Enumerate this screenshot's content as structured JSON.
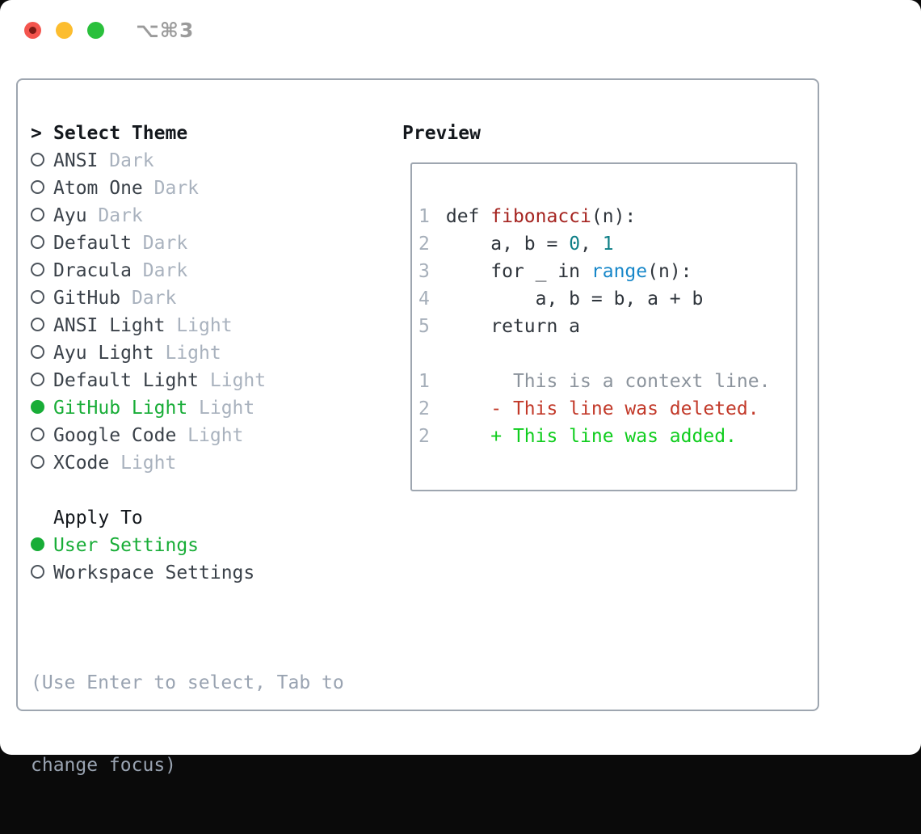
{
  "window": {
    "title": "⌥⌘3",
    "traffic_lights": [
      "close",
      "minimize",
      "zoom"
    ]
  },
  "theme_panel": {
    "header": {
      "cursor": ">",
      "label": "Select Theme"
    },
    "themes": [
      {
        "name": "ANSI",
        "variant": "Dark",
        "selected": false
      },
      {
        "name": "Atom One",
        "variant": "Dark",
        "selected": false
      },
      {
        "name": "Ayu",
        "variant": "Dark",
        "selected": false
      },
      {
        "name": "Default",
        "variant": "Dark",
        "selected": false
      },
      {
        "name": "Dracula",
        "variant": "Dark",
        "selected": false
      },
      {
        "name": "GitHub",
        "variant": "Dark",
        "selected": false
      },
      {
        "name": "ANSI Light",
        "variant": "Light",
        "selected": false
      },
      {
        "name": "Ayu Light",
        "variant": "Light",
        "selected": false
      },
      {
        "name": "Default Light",
        "variant": "Light",
        "selected": false
      },
      {
        "name": "GitHub Light",
        "variant": "Light",
        "selected": true
      },
      {
        "name": "Google Code",
        "variant": "Light",
        "selected": false
      },
      {
        "name": "XCode",
        "variant": "Light",
        "selected": false
      }
    ],
    "apply_to": {
      "label": "Apply To",
      "options": [
        {
          "label": "User Settings",
          "selected": true
        },
        {
          "label": "Workspace Settings",
          "selected": false
        }
      ]
    },
    "hint_lines": [
      "(Use Enter to select, Tab to",
      "change focus)"
    ]
  },
  "preview": {
    "label": "Preview",
    "lines": [
      {
        "num": "1",
        "segments": [
          {
            "text": "def ",
            "style": "code"
          },
          {
            "text": "fibonacci",
            "style": "func"
          },
          {
            "text": "(n):",
            "style": "code"
          }
        ]
      },
      {
        "num": "2",
        "segments": [
          {
            "text": "    a, b = ",
            "style": "code"
          },
          {
            "text": "0",
            "style": "num"
          },
          {
            "text": ", ",
            "style": "code"
          },
          {
            "text": "1",
            "style": "num"
          }
        ]
      },
      {
        "num": "3",
        "segments": [
          {
            "text": "    for _ in ",
            "style": "code"
          },
          {
            "text": "range",
            "style": "call"
          },
          {
            "text": "(n):",
            "style": "code"
          }
        ]
      },
      {
        "num": "4",
        "segments": [
          {
            "text": "        a, b = b, a + b",
            "style": "code"
          }
        ]
      },
      {
        "num": "5",
        "segments": [
          {
            "text": "    return a",
            "style": "code"
          }
        ]
      },
      {
        "num": "",
        "segments": []
      },
      {
        "num": "1",
        "segments": [
          {
            "text": "      This is a context line.",
            "style": "ctx"
          }
        ]
      },
      {
        "num": "2",
        "segments": [
          {
            "text": "    - This line was deleted.",
            "style": "del"
          }
        ]
      },
      {
        "num": "2",
        "segments": [
          {
            "text": "    + This line was added.",
            "style": "add"
          }
        ]
      }
    ]
  },
  "colors": {
    "border": "#9ea6b0",
    "black": "#14181d",
    "dark": "#3a4149",
    "muted": "#a9b2be",
    "hint": "#99a3b1",
    "circle": "#4e555d",
    "green_sel": "#18ad37",
    "green_add": "#10cd1e",
    "red_del": "#c23929",
    "red_func": "#a52420",
    "teal": "#0e7f87",
    "blue": "#1787c9",
    "code": "#2f353c",
    "line_number": "#a6afba",
    "context": "#8b939c",
    "title_gray": "#9b9b9b",
    "traffic_red": "#f4554e",
    "traffic_red_dot": "#7d1b15",
    "traffic_yellow": "#fcbd2f",
    "traffic_green": "#2ac03c"
  }
}
